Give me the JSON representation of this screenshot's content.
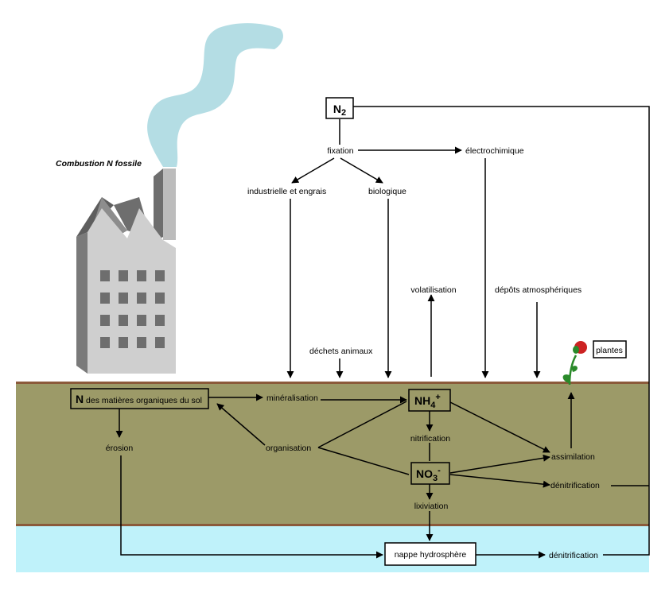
{
  "colors": {
    "soil": "#9c9a68",
    "soil_border": "#8b5a3a",
    "water": "#bff2fa",
    "smoke": "#b4dde4",
    "factory_front": "#cfcfcf",
    "factory_side": "#7a7a7a",
    "factory_window": "#6e6e6e",
    "flower": "#cc2222",
    "stem": "#2a8a2a"
  },
  "icons": {
    "factory": "factory-icon",
    "smoke": "smoke-plume-icon",
    "plant": "flower-icon"
  },
  "labels": {
    "combustion": "Combustion N fossile",
    "n2_main": "N",
    "n2_sub": "2",
    "fixation": "fixation",
    "electrochimique": "électrochimique",
    "industrielle": "industrielle et engrais",
    "biologique": "biologique",
    "volatilisation": "volatilisation",
    "depots": "dépôts atmosphériques",
    "dechets": "déchets animaux",
    "plantes": "plantes",
    "n_main": "N",
    "n_rest": " des matières organiques du sol",
    "mineralisation": "minéralisation",
    "nh4_main": "NH",
    "nh4_sub": "4",
    "nh4_sup": "+",
    "erosion": "érosion",
    "organisation": "organisation",
    "nitrification": "nitrification",
    "assimilation": "assimilation",
    "no3_main": "NO",
    "no3_sub": "3",
    "no3_sup": "-",
    "denitrification_1": "dénitrification",
    "lixiviation": "lixiviation",
    "nappe": "nappe hydrosphère",
    "denitrification_2": "dénitrification"
  }
}
